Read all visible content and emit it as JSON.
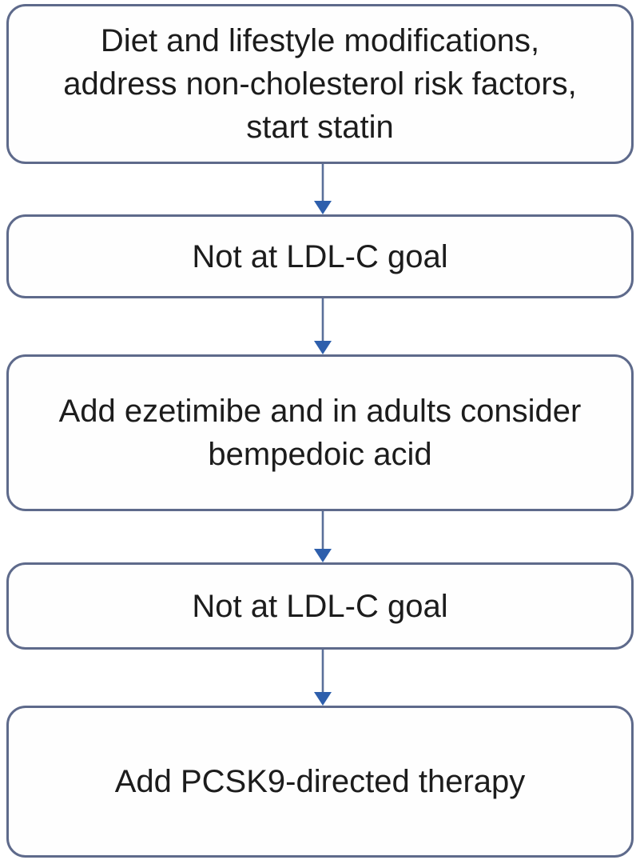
{
  "theme": {
    "background": "#ffffff",
    "box_fill": "#fefefe",
    "box_border": "#5e6a8b",
    "arrow_line": "#5a6f99",
    "arrow_head": "#2e5fac",
    "text_color": "#1c1c1c"
  },
  "flowchart": {
    "type": "vertical-flow-diagram",
    "nodes": [
      {
        "id": "step-1",
        "label": "Diet and lifestyle modifications, address non-cholesterol risk factors, start statin",
        "lines": [
          "Diet and lifestyle modifications,",
          "address non-cholesterol risk factors,",
          "start statin"
        ]
      },
      {
        "id": "decision-1",
        "label": "Not at LDL-C goal",
        "lines": [
          "Not at LDL-C goal"
        ]
      },
      {
        "id": "step-2",
        "label": "Add ezetimibe and in adults consider bempedoic acid",
        "lines": [
          "Add ezetimibe and in adults consider",
          "bempedoic acid"
        ]
      },
      {
        "id": "decision-2",
        "label": "Not at LDL-C goal",
        "lines": [
          "Not at LDL-C goal"
        ]
      },
      {
        "id": "step-3",
        "label": "Add PCSK9-directed therapy",
        "lines": [
          "Add PCSK9-directed therapy"
        ]
      }
    ],
    "connectors": [
      {
        "from": "step-1",
        "to": "decision-1",
        "type": "down-arrow"
      },
      {
        "from": "decision-1",
        "to": "step-2",
        "type": "down-arrow"
      },
      {
        "from": "step-2",
        "to": "decision-2",
        "type": "down-arrow"
      },
      {
        "from": "decision-2",
        "to": "step-3",
        "type": "down-arrow"
      }
    ]
  }
}
